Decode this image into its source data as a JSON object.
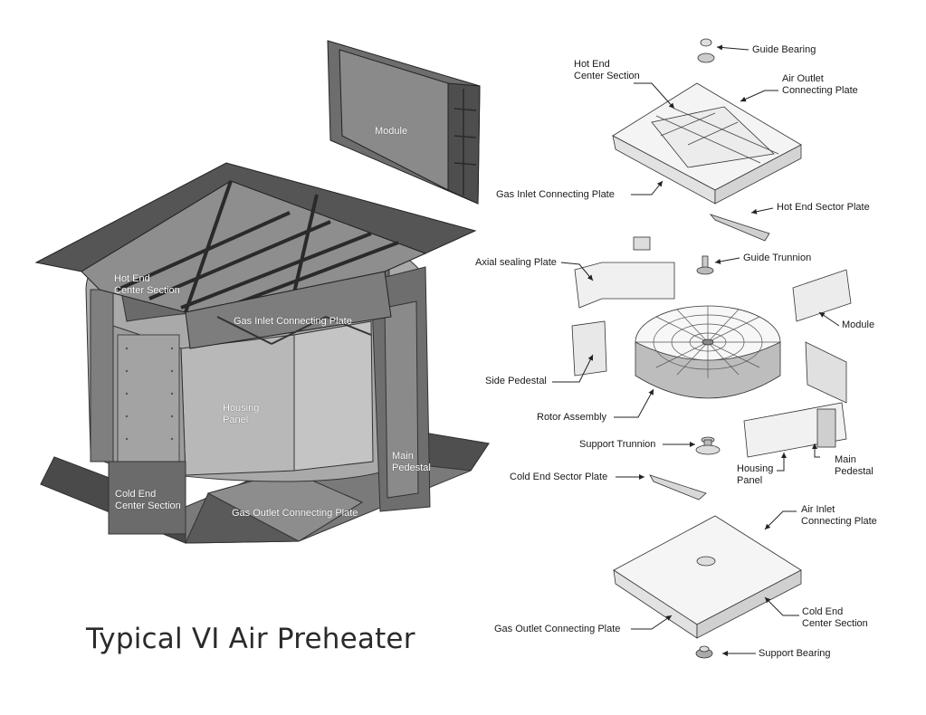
{
  "title": "Typical VI Air Preheater",
  "left_labels": {
    "module": "Module",
    "hot_end": "Hot End\nCenter Section",
    "gas_inlet": "Gas Inlet Connecting Plate",
    "housing": "Housing\nPanel",
    "main_pedestal": "Main\nPedestal",
    "cold_end": "Cold End\nCenter Section",
    "gas_outlet": "Gas Outlet Connecting Plate"
  },
  "right_labels": {
    "guide_bearing": "Guide Bearing",
    "hot_end": "Hot End\nCenter Section",
    "air_outlet": "Air Outlet\nConnecting Plate",
    "gas_inlet": "Gas Inlet Connecting Plate",
    "hot_end_sector": "Hot End Sector Plate",
    "axial_sealing": "Axial sealing Plate",
    "guide_trunnion": "Guide Trunnion",
    "module": "Module",
    "side_pedestal": "Side Pedestal",
    "rotor_assembly": "Rotor Assembly",
    "support_trunnion": "Support Trunnion",
    "cold_end_sector": "Cold End Sector Plate",
    "housing": "Housing\nPanel",
    "main_pedestal": "Main\nPedestal",
    "air_inlet": "Air Inlet\nConnecting Plate",
    "gas_outlet": "Gas Outlet Connecting Plate",
    "cold_end": "Cold End\nCenter Section",
    "support_bearing": "Support Bearing"
  }
}
